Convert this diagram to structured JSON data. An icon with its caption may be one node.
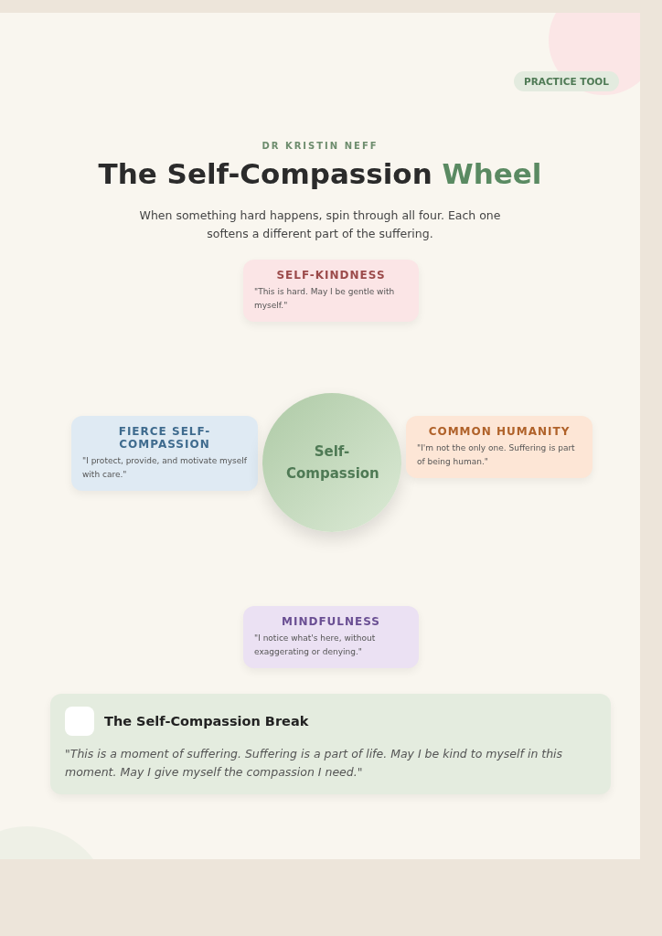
{
  "diagram": {
    "title": "The Self-Compassion Wheel",
    "nodes": [
      {
        "text": [
          "PRACTICE TOOL"
        ]
      },
      {
        "text": [
          "SELF-KINDNESS",
          "\"This is hard. May I be gentle with myself.\""
        ]
      },
      {
        "text": [
          "FIERCE SELF-COMPASSION",
          "\"I protect, provide, and motivate myself with care.\""
        ]
      },
      {
        "text": [
          "Self-Compassion"
        ]
      },
      {
        "text": [
          "COMMON HUMANITY",
          "\"I'm not the only one. Suffering is part of being human.\""
        ]
      },
      {
        "text": [
          "MINDFULNESS",
          "\"I notice what's here, without exaggerating or denying.\""
        ]
      },
      {
        "text": [
          "The Self-Compassion Break",
          "\"This is a moment of suffering. Suffering is a part of life. May I be kind to myself in this moment. May I give myself the compassion I need.\""
        ]
      }
    ],
    "labels": [
      "DR KRISTIN NEFF",
      "When something hard happens, spin through all four. Each one softens a different part of the suffering."
    ]
  }
}
